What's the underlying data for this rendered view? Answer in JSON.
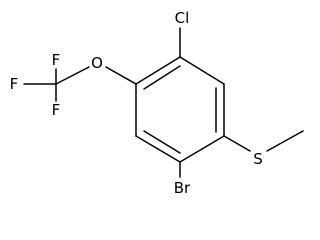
{
  "molecule": {
    "atoms": {
      "chloro": "Cl",
      "bromo": "Br",
      "sulfur": "S",
      "oxygen": "O",
      "fluoro_top": "F",
      "fluoro_left": "F",
      "fluoro_bottom": "F"
    }
  },
  "colors": {
    "bond": "#000000",
    "label": "#000000",
    "background": "#ffffff"
  }
}
